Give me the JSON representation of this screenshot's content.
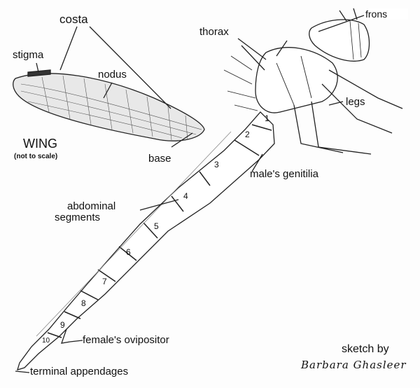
{
  "labels": {
    "costa": "costa",
    "stigma": "stigma",
    "nodus": "nodus",
    "wing": "WING",
    "not_to_scale": "(not to scale)",
    "base": "base",
    "thorax": "thorax",
    "frons": "frons",
    "legs": "legs",
    "male_genitilia": "male's genitilia",
    "abdominal_segments_1": "abdominal",
    "abdominal_segments_2": "segments",
    "female_ovipositor": "female's ovipositor",
    "terminal_appendages": "terminal appendages",
    "sketch_by": "sketch by",
    "signature": "Barbara Ghasleer"
  },
  "segments": [
    "1",
    "2",
    "3",
    "4",
    "5",
    "6",
    "7",
    "8",
    "9",
    "10"
  ]
}
